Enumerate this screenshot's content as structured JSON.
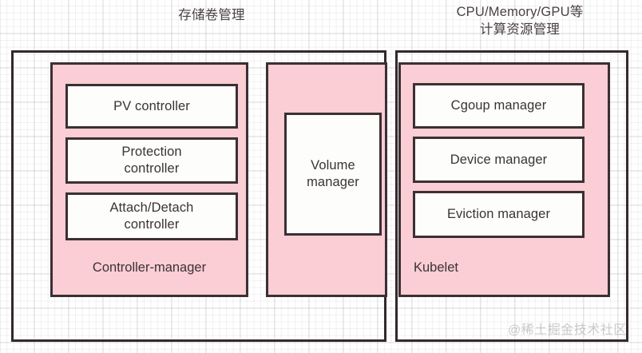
{
  "captions": {
    "storage": "存储卷管理",
    "compute": "CPU/Memory/GPU等\n计算资源管理"
  },
  "groups": {
    "controller_manager": {
      "label": "Controller-manager",
      "nodes": [
        {
          "label": "PV controller"
        },
        {
          "label": "Protection\ncontroller"
        },
        {
          "label": "Attach/Detach\ncontroller"
        }
      ]
    },
    "volume": {
      "label": "",
      "nodes": [
        {
          "label": "Volume\nmanager"
        }
      ]
    },
    "kubelet": {
      "label": "Kubelet",
      "nodes": [
        {
          "label": "Cgoup manager"
        },
        {
          "label": "Device manager"
        },
        {
          "label": "Eviction manager"
        }
      ]
    }
  },
  "watermark": "@稀土掘金技术社区",
  "colors": {
    "group_fill": "#fbcdd4",
    "node_fill": "#fdfdfb",
    "stroke": "#3b3033",
    "frame_stroke": "#34292c",
    "text": "#3a3336",
    "background": "#ffffff"
  }
}
